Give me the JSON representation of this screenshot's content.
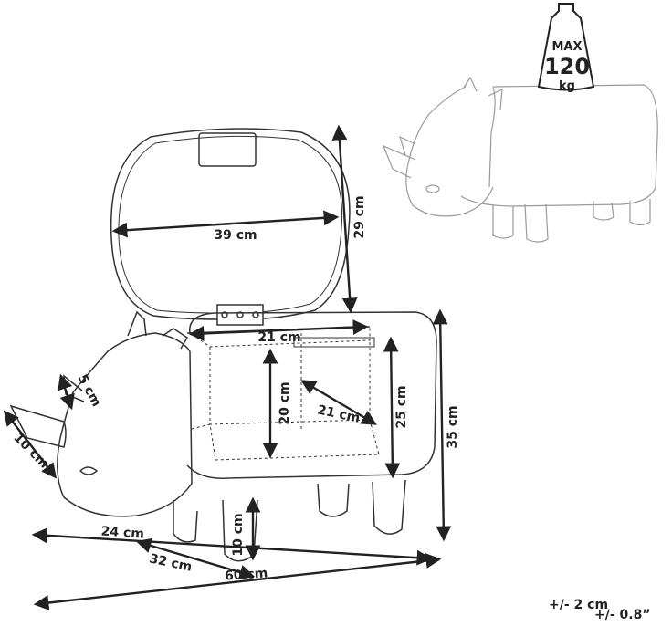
{
  "weight_badge": {
    "line1": "MAX",
    "line2": "120",
    "line3": "kg"
  },
  "dimensions": {
    "lid_width": "39 cm",
    "lid_height": "29 cm",
    "compartment_width": "21 cm",
    "compartment_depth": "21 cm",
    "compartment_height": "20 cm",
    "seat_height": "25 cm",
    "total_height": "35 cm",
    "horn_small": "5 cm",
    "horn_large": "10 cm",
    "leg_height": "10 cm",
    "body_width": "24 cm",
    "head_length": "32 cm",
    "total_length": "60 cm"
  },
  "tolerance": {
    "metric": "+/- 2 cm",
    "imperial": "+/- 0.8”"
  }
}
